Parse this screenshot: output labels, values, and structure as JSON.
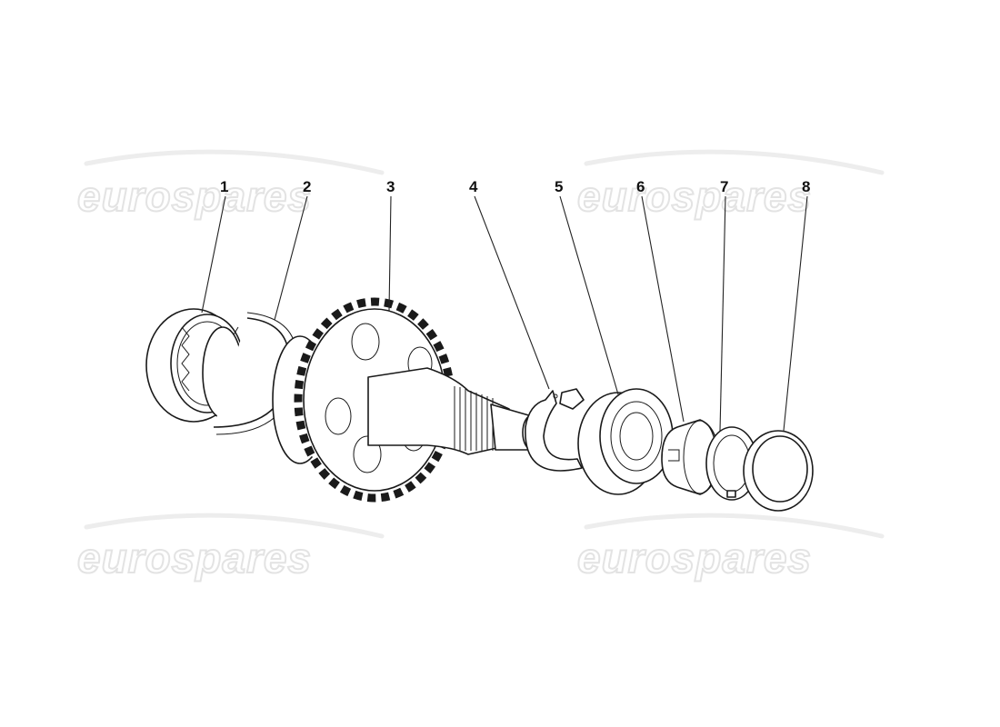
{
  "watermark": {
    "text": "eurospares"
  },
  "callouts": [
    {
      "label": "1"
    },
    {
      "label": "2"
    },
    {
      "label": "3"
    },
    {
      "label": "4"
    },
    {
      "label": "5"
    },
    {
      "label": "6"
    },
    {
      "label": "7"
    },
    {
      "label": "8"
    }
  ]
}
